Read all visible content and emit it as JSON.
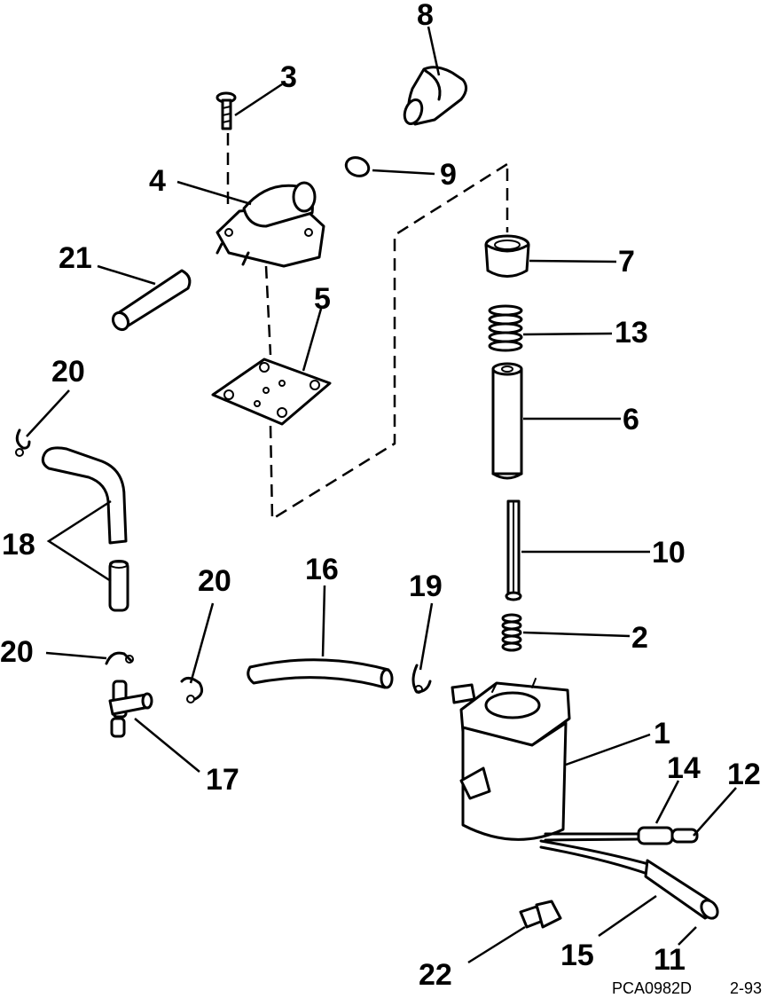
{
  "diagram": {
    "callouts": [
      {
        "key": "c1",
        "text": "1"
      },
      {
        "key": "c2",
        "text": "2"
      },
      {
        "key": "c3",
        "text": "3"
      },
      {
        "key": "c4",
        "text": "4"
      },
      {
        "key": "c5",
        "text": "5"
      },
      {
        "key": "c6",
        "text": "6"
      },
      {
        "key": "c7",
        "text": "7"
      },
      {
        "key": "c8",
        "text": "8"
      },
      {
        "key": "c9",
        "text": "9"
      },
      {
        "key": "c10",
        "text": "10"
      },
      {
        "key": "c11",
        "text": "11"
      },
      {
        "key": "c12",
        "text": "12"
      },
      {
        "key": "c13",
        "text": "13"
      },
      {
        "key": "c14",
        "text": "14"
      },
      {
        "key": "c15",
        "text": "15"
      },
      {
        "key": "c16",
        "text": "16"
      },
      {
        "key": "c17",
        "text": "17"
      },
      {
        "key": "c18",
        "text": "18"
      },
      {
        "key": "c19",
        "text": "19"
      },
      {
        "key": "c20a",
        "text": "20"
      },
      {
        "key": "c20b",
        "text": "20"
      },
      {
        "key": "c20c",
        "text": "20"
      },
      {
        "key": "c21",
        "text": "21"
      },
      {
        "key": "c22",
        "text": "22"
      }
    ],
    "footer": {
      "code": "PCA0982D",
      "page": "2-93"
    }
  }
}
